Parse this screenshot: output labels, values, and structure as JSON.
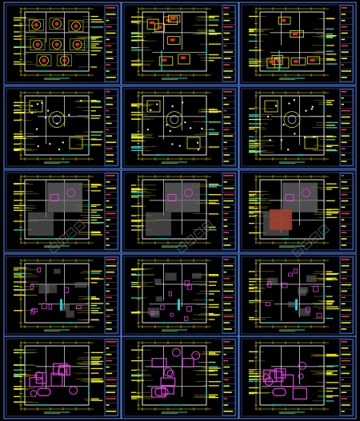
{
  "title": "",
  "colors": {
    "background": "#000000",
    "frame": "#4a78d8",
    "wall": "#f0f000",
    "furniture": "#e040e0",
    "window": "#20d0d0",
    "fixture": "#e8e8e8",
    "accent": "#ff3030",
    "fill_red": "#a04030",
    "fill_gray": "#6a6a6a",
    "watermark": "#7a7a7a"
  },
  "grid": {
    "rows": 5,
    "cols": 3
  },
  "sheets": [
    {
      "row": 1,
      "col": 1,
      "kind": "ceiling-round"
    },
    {
      "row": 1,
      "col": 2,
      "kind": "ceiling-rect"
    },
    {
      "row": 1,
      "col": 3,
      "kind": "ceiling-rect"
    },
    {
      "row": 2,
      "col": 1,
      "kind": "ceiling-detail"
    },
    {
      "row": 2,
      "col": 2,
      "kind": "ceiling-detail"
    },
    {
      "row": 2,
      "col": 3,
      "kind": "ceiling-detail"
    },
    {
      "row": 3,
      "col": 1,
      "kind": "floor-fill"
    },
    {
      "row": 3,
      "col": 2,
      "kind": "floor-fill"
    },
    {
      "row": 3,
      "col": 3,
      "kind": "floor-fill-red"
    },
    {
      "row": 4,
      "col": 1,
      "kind": "plan-gray"
    },
    {
      "row": 4,
      "col": 2,
      "kind": "plan-gray"
    },
    {
      "row": 4,
      "col": 3,
      "kind": "plan-gray"
    },
    {
      "row": 5,
      "col": 1,
      "kind": "furniture"
    },
    {
      "row": 5,
      "col": 2,
      "kind": "furniture"
    },
    {
      "row": 5,
      "col": 3,
      "kind": "furniture"
    }
  ],
  "icons": {
    "watermark": "watermark-stamp-icon"
  }
}
